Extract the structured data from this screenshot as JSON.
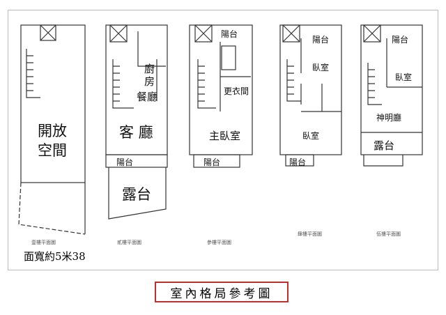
{
  "floors": [
    {
      "caption": "壹樓平面圖",
      "rooms": [
        "開放",
        "空間"
      ]
    },
    {
      "caption": "貳樓平面圖",
      "rooms": [
        "廚",
        "房",
        "餐廳",
        "客 廳",
        "陽台",
        "露台"
      ]
    },
    {
      "caption": "參樓平面圖",
      "rooms": [
        "陽台",
        "更衣間",
        "主臥室",
        "陽台"
      ]
    },
    {
      "caption": "肆樓平面圖",
      "rooms": [
        "陽台",
        "臥室",
        "臥室",
        "陽台"
      ]
    },
    {
      "caption": "伍樓平面圖",
      "rooms": [
        "陽台",
        "臥室",
        "神明廳",
        "露台"
      ]
    }
  ],
  "width_note": "面寬約5米38",
  "title": "室內格局參考圖",
  "colors": {
    "title_border": "#c0302a",
    "line": "#333333"
  }
}
